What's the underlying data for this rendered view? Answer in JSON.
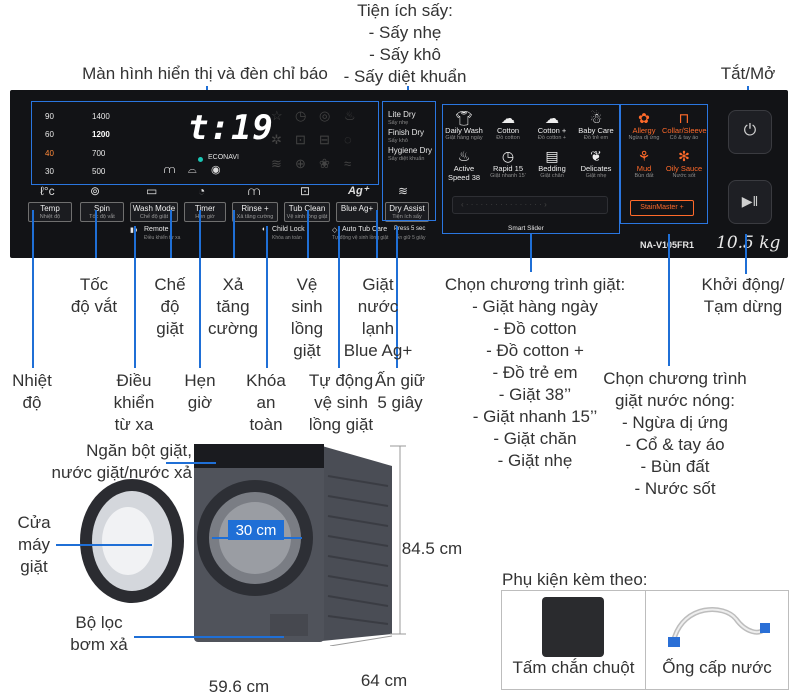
{
  "callouts": {
    "drying_title": "Tiện ích sấy:",
    "drying_items": [
      "- Sấy nhẹ",
      "- Sấy khô",
      "- Sấy diệt khuẩn"
    ],
    "display": "Màn hình hiển thị và đèn chỉ báo",
    "power": "Tắt/Mở",
    "spin_speed": [
      "Tốc",
      "độ vắt"
    ],
    "wash_mode": [
      "Chế",
      "độ",
      "giặt"
    ],
    "rinse": [
      "Xả",
      "tăng",
      "cường"
    ],
    "tub_clean": [
      "Vệ",
      "sinh",
      "lồng",
      "giặt"
    ],
    "blue_ag": [
      "Giặt",
      "nước",
      "lạnh",
      "Blue Ag+"
    ],
    "programs_title": "Chọn chương trình giặt:",
    "programs": [
      "- Giặt hàng ngày",
      "- Đồ cotton",
      "- Đồ cotton +",
      "- Đồ trẻ em",
      "- Giặt 38’’",
      "- Giặt nhanh 15’’",
      "- Giặt chăn",
      "- Giặt nhẹ"
    ],
    "start_pause": [
      "Khởi động/",
      "Tạm dừng"
    ],
    "temp": [
      "Nhiệt",
      "độ"
    ],
    "remote": [
      "Điều",
      "khiển",
      "từ xa"
    ],
    "timer": [
      "Hẹn",
      "giờ"
    ],
    "child_lock": [
      "Khóa",
      "an",
      "toàn"
    ],
    "auto_tub": [
      "Tự động",
      "vệ sinh",
      "lồng giặt"
    ],
    "press_hold": [
      "Ấn giữ",
      "5 giây"
    ],
    "hot_title": [
      "Chọn chương trình",
      "giặt nước nóng:"
    ],
    "hot_items": [
      "- Ngừa dị ứng",
      "- Cổ & tay áo",
      "- Bùn đất",
      "- Nước sốt"
    ],
    "detergent": [
      "Ngăn bột giặt,",
      "nước giặt/nước xả"
    ],
    "door": [
      "Cửa",
      "máy",
      "giặt"
    ],
    "filter": [
      "Bộ lọc",
      "bơm xả"
    ],
    "dim_height": "84.5 cm",
    "dim_width": "59.6 cm",
    "dim_depth": "64 cm",
    "dim_door": "30 cm",
    "accessories_title": "Phụ kiện kèm theo:",
    "acc_mat": "Tấm chắn chuột",
    "acc_hose": "Ống cấp nước"
  },
  "panel": {
    "spin_values": [
      "1400",
      "1200",
      "700",
      "500"
    ],
    "temp_values": [
      "90",
      "60",
      "40",
      "30"
    ],
    "display_digits": "t:19",
    "econavi": "ECONAVI",
    "buttons": [
      {
        "title": "Temp",
        "sub": "Nhiệt độ"
      },
      {
        "title": "Spin",
        "sub": "Tốc độ vắt"
      },
      {
        "title": "Wash Mode",
        "sub": "Chế độ giặt"
      },
      {
        "title": "Timer",
        "sub": "Hẹn giờ"
      },
      {
        "title": "Rinse +",
        "sub": "Xả tăng cường"
      },
      {
        "title": "Tub Clean",
        "sub": "Vệ sinh lồng giặt"
      },
      {
        "title": "Blue Ag+",
        "sub": ""
      },
      {
        "title": "Dry Assist",
        "sub": "Tiện ích sấy"
      }
    ],
    "remote_label": "Remote",
    "remote_sub": "Điều khiển từ xa",
    "child_lock_label": "Child Lock",
    "child_lock_sub": "Khóa an toàn",
    "auto_tub_label": "Auto Tub Care",
    "auto_tub_sub": "Tự động vệ sinh lồng giặt",
    "press_label": "Press 5 sec",
    "press_sub": "Ấn giữ 5 giây",
    "dry_options": [
      {
        "title": "Lite Dry",
        "sub": "Sấy nhẹ"
      },
      {
        "title": "Finish Dry",
        "sub": "Sấy khô"
      },
      {
        "title": "Hygiene Dry",
        "sub": "Sấy diệt khuẩn"
      }
    ],
    "programs": [
      {
        "title": "Daily Wash",
        "sub": "Giặt hàng ngày",
        "icon": "shirt-icon"
      },
      {
        "title": "Cotton",
        "sub": "Đồ cotton",
        "icon": "cloud-icon"
      },
      {
        "title": "Cotton +",
        "sub": "Đồ cotton +",
        "icon": "cloud-plus-icon"
      },
      {
        "title": "Baby Care",
        "sub": "Đồ trẻ em",
        "icon": "baby-icon"
      },
      {
        "title": "Active Speed 38",
        "sub": "",
        "icon": "active-icon"
      },
      {
        "title": "Rapid 15",
        "sub": "Giặt nhanh 15’",
        "icon": "clock-icon"
      },
      {
        "title": "Bedding",
        "sub": "Giặt chăn",
        "icon": "bed-icon"
      },
      {
        "title": "Delicates",
        "sub": "Giặt nhẹ",
        "icon": "leaf-icon"
      }
    ],
    "smart_slider": "Smart Slider",
    "hot_programs": [
      {
        "title": "Allergy",
        "sub": "Ngừa dị ứng"
      },
      {
        "title": "Collar/Sleeve",
        "sub": "Cổ & tay áo"
      },
      {
        "title": "Mud",
        "sub": "Bùn đất"
      },
      {
        "title": "Oily Sauce",
        "sub": "Nước sốt"
      }
    ],
    "stainmaster": "StainMaster +",
    "model": "NA-V105FR1",
    "capacity": "10.5 kg"
  },
  "colors": {
    "panel": "#121316",
    "accent_blue": "#1f6fd6",
    "hot_orange": "#ff6a2a",
    "display_white": "#ffffff",
    "econavi_teal": "#19c7b5"
  }
}
